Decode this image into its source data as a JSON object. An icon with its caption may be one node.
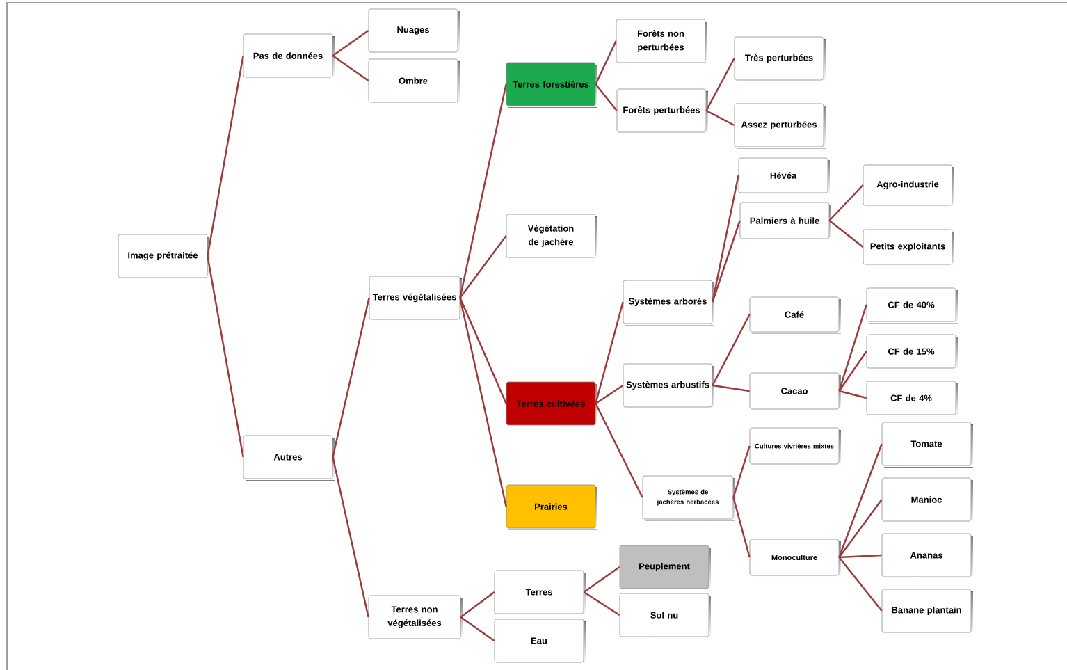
{
  "diagram": {
    "nodes": [
      {
        "text": [
          "Image prétraitée"
        ]
      },
      {
        "text": [
          "Pas de données"
        ]
      },
      {
        "text": [
          "Nuages"
        ]
      },
      {
        "text": [
          "Ombre"
        ]
      },
      {
        "text": [
          "Autres"
        ]
      },
      {
        "text": [
          "Terres végétalisées"
        ]
      },
      {
        "text": [
          "Terres forestières"
        ]
      },
      {
        "text": [
          "Forêts non perturbées"
        ]
      },
      {
        "text": [
          "Forêts perturbées"
        ]
      },
      {
        "text": [
          "Très perturbées"
        ]
      },
      {
        "text": [
          "Assez perturbées"
        ]
      },
      {
        "text": [
          "Végétation de jachère"
        ]
      },
      {
        "text": [
          "Terres cultivées"
        ]
      },
      {
        "text": [
          "Systèmes arborés"
        ]
      },
      {
        "text": [
          "Hévéa"
        ]
      },
      {
        "text": [
          "Palmiers à huile"
        ]
      },
      {
        "text": [
          "Agro-industrie"
        ]
      },
      {
        "text": [
          "Petits exploitants"
        ]
      },
      {
        "text": [
          "Systèmes arbustifs"
        ]
      },
      {
        "text": [
          "Café"
        ]
      },
      {
        "text": [
          "Cacao"
        ]
      },
      {
        "text": [
          "CF de 40%"
        ]
      },
      {
        "text": [
          "CF de 15%"
        ]
      },
      {
        "text": [
          "CF de 4%"
        ]
      },
      {
        "text": [
          "Systèmes de jachères herbacées"
        ]
      },
      {
        "text": [
          "Cultures vivrières mixtes"
        ]
      },
      {
        "text": [
          "Monoculture"
        ]
      },
      {
        "text": [
          "Tomate"
        ]
      },
      {
        "text": [
          "Manioc"
        ]
      },
      {
        "text": [
          "Ananas"
        ]
      },
      {
        "text": [
          "Banane plantain"
        ]
      },
      {
        "text": [
          "Prairies"
        ]
      },
      {
        "text": [
          "Terres non végétalisées"
        ]
      },
      {
        "text": [
          "Terres"
        ]
      },
      {
        "text": [
          "Peuplement"
        ]
      },
      {
        "text": [
          "Sol nu"
        ]
      },
      {
        "text": [
          "Eau"
        ]
      }
    ],
    "edges": [
      {
        "from": 0,
        "to": 1,
        "arrow": "none"
      },
      {
        "from": 1,
        "to": 2,
        "arrow": "none"
      },
      {
        "from": 1,
        "to": 3,
        "arrow": "none"
      },
      {
        "from": 0,
        "to": 4,
        "arrow": "none"
      },
      {
        "from": 4,
        "to": 5,
        "arrow": "none"
      },
      {
        "from": 5,
        "to": 6,
        "arrow": "none"
      },
      {
        "from": 6,
        "to": 7,
        "arrow": "none"
      },
      {
        "from": 6,
        "to": 8,
        "arrow": "none"
      },
      {
        "from": 8,
        "to": 9,
        "arrow": "none"
      },
      {
        "from": 8,
        "to": 10,
        "arrow": "none"
      },
      {
        "from": 5,
        "to": 11,
        "arrow": "none"
      },
      {
        "from": 5,
        "to": 12,
        "arrow": "none"
      },
      {
        "from": 12,
        "to": 13,
        "arrow": "none"
      },
      {
        "from": 13,
        "to": 14,
        "arrow": "none"
      },
      {
        "from": 13,
        "to": 15,
        "arrow": "none"
      },
      {
        "from": 15,
        "to": 16,
        "arrow": "none"
      },
      {
        "from": 15,
        "to": 17,
        "arrow": "none"
      },
      {
        "from": 12,
        "to": 18,
        "arrow": "none"
      },
      {
        "from": 18,
        "to": 19,
        "arrow": "none"
      },
      {
        "from": 18,
        "to": 20,
        "arrow": "none"
      },
      {
        "from": 20,
        "to": 21,
        "arrow": "none"
      },
      {
        "from": 20,
        "to": 22,
        "arrow": "none"
      },
      {
        "from": 20,
        "to": 23,
        "arrow": "none"
      },
      {
        "from": 12,
        "to": 24,
        "arrow": "none"
      },
      {
        "from": 24,
        "to": 25,
        "arrow": "none"
      },
      {
        "from": 24,
        "to": 26,
        "arrow": "none"
      },
      {
        "from": 26,
        "to": 27,
        "arrow": "none"
      },
      {
        "from": 26,
        "to": 28,
        "arrow": "none"
      },
      {
        "from": 26,
        "to": 29,
        "arrow": "none"
      },
      {
        "from": 26,
        "to": 30,
        "arrow": "none"
      },
      {
        "from": 5,
        "to": 31,
        "arrow": "none"
      },
      {
        "from": 4,
        "to": 32,
        "arrow": "none"
      },
      {
        "from": 32,
        "to": 33,
        "arrow": "none"
      },
      {
        "from": 33,
        "to": 34,
        "arrow": "none"
      },
      {
        "from": 33,
        "to": 35,
        "arrow": "none"
      },
      {
        "from": 32,
        "to": 36,
        "arrow": "none"
      }
    ]
  }
}
